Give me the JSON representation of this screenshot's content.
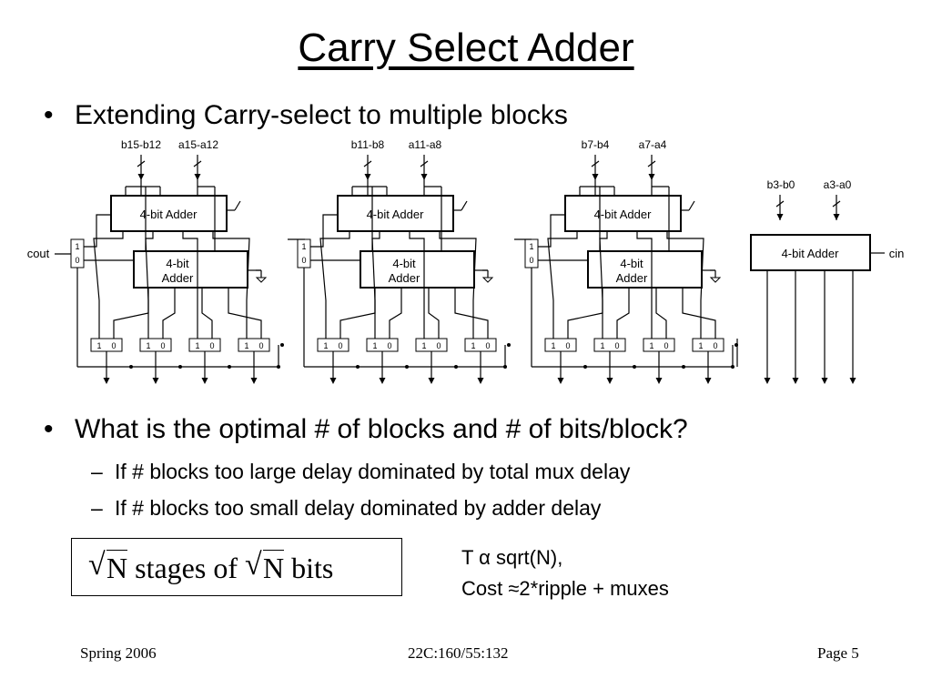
{
  "slide": {
    "title": "Carry Select Adder",
    "bullet1": "Extending Carry-select to multiple blocks",
    "bullet2": "What is the optimal # of blocks and # of bits/block?",
    "sub1": "If # blocks too large delay dominated by total mux delay",
    "sub2": "If # blocks too small delay dominated by adder delay",
    "bullet_glyph": "•",
    "dash_glyph": "–"
  },
  "formula": {
    "n": "N",
    "mid": "stages of",
    "tail": "bits",
    "radical": "√"
  },
  "notes": {
    "line1": "T α sqrt(N),",
    "line2": "Cost ≈2*ripple + muxes"
  },
  "diagram": {
    "blocks": [
      {
        "b": "b15-b12",
        "a": "a15-a12"
      },
      {
        "b": "b11-b8",
        "a": "a11-a8"
      },
      {
        "b": "b7-b4",
        "a": "a7-a4"
      }
    ],
    "first": {
      "b": "b3-b0",
      "a": "a3-a0"
    },
    "adder_label": "4-bit Adder",
    "adder2_line1": "4-bit",
    "adder2_line2": "Adder",
    "mux_one": "1",
    "mux_zero": "0",
    "cout": "cout",
    "cin": "cin"
  },
  "footer": {
    "left": "Spring 2006",
    "center": "22C:160/55:132",
    "right": "Page 5"
  }
}
